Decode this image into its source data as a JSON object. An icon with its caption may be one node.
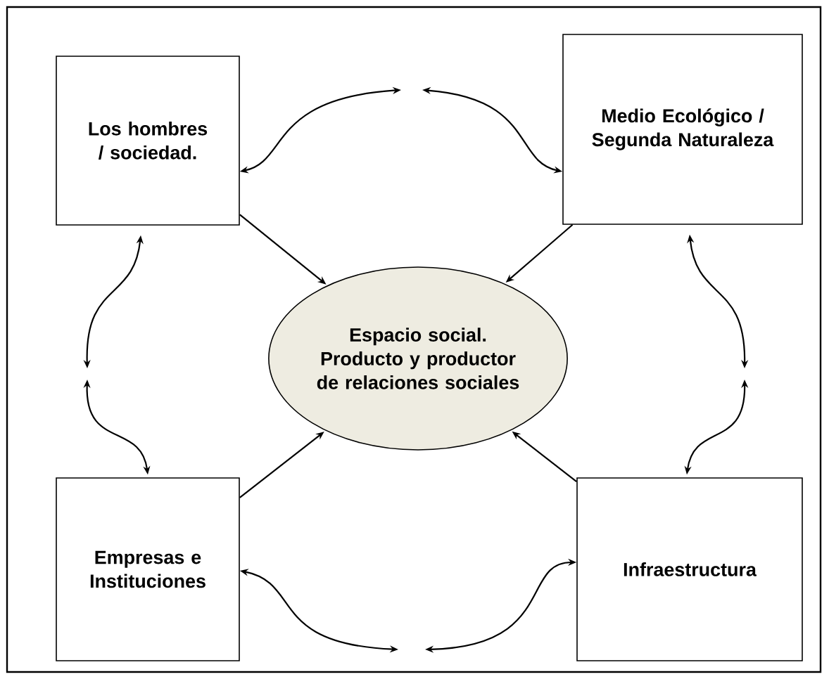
{
  "diagram": {
    "nodes": [
      {
        "text": [
          "Los hombres / sociedad."
        ]
      },
      {
        "text": [
          "Medio Ecológico / Segunda Naturaleza"
        ]
      },
      {
        "text": [
          "Espacio social. Producto y productor de relaciones sociales"
        ]
      },
      {
        "text": [
          "Empresas e Instituciones"
        ]
      },
      {
        "text": [
          "Infraestructura"
        ]
      }
    ],
    "edges": [
      {
        "from": 0,
        "to": 2,
        "arrow": "to"
      },
      {
        "from": 1,
        "to": 2,
        "arrow": "to"
      },
      {
        "from": 3,
        "to": 2,
        "arrow": "to"
      },
      {
        "from": 4,
        "to": 2,
        "arrow": "to"
      },
      {
        "from": 0,
        "to": null,
        "arrow": "both"
      },
      {
        "from": 1,
        "to": null,
        "arrow": "both"
      },
      {
        "from": 0,
        "to": null,
        "arrow": "both"
      },
      {
        "from": 3,
        "to": null,
        "arrow": "both"
      },
      {
        "from": 1,
        "to": null,
        "arrow": "both"
      },
      {
        "from": 4,
        "to": null,
        "arrow": "both"
      },
      {
        "from": 3,
        "to": null,
        "arrow": "both"
      },
      {
        "from": 4,
        "to": null,
        "arrow": "both"
      }
    ]
  }
}
